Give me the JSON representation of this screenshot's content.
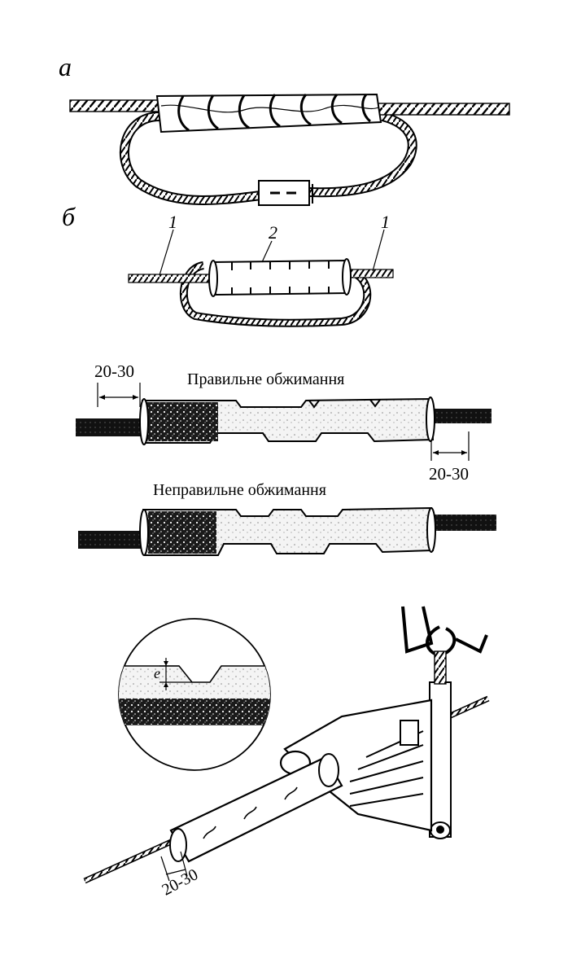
{
  "labels": {
    "fig_a": "а",
    "fig_b": "б",
    "callout_1_left": "1",
    "callout_2": "2",
    "callout_1_right": "1",
    "dim_top_left": "20-30",
    "dim_top_right": "20-30",
    "dim_bottom": "20-30",
    "correct_crimp": "Правильне обжимання",
    "incorrect_crimp": "Неправильне обжимання",
    "depth_e": "e"
  },
  "colors": {
    "ink": "#000000",
    "paper": "#ffffff",
    "grey": "#9a9a9a"
  }
}
